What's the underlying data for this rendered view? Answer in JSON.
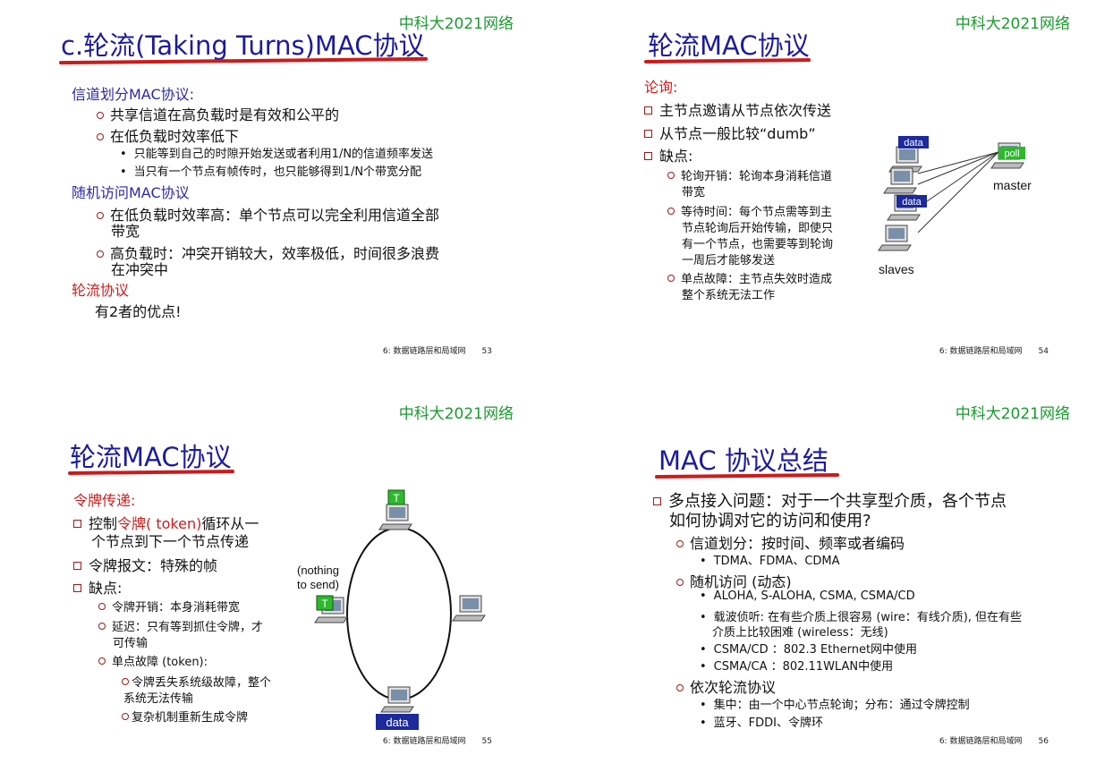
{
  "brand": "中科大2021网络",
  "footer_label": "6: 数据链路层和局域网",
  "slide53": {
    "title": "c.轮流(Taking Turns)MAC协议",
    "h_channel": "信道划分MAC协议:",
    "c1": "共享信道在高负载时是有效和公平的",
    "c2": "在低负载时效率低下",
    "c2a": "只能等到自己的时隙开始发送或者利用1/N的信道频率发送",
    "c2b": "当只有一个节点有帧传时，也只能够得到1/N个带宽分配",
    "h_random": "随机访问MAC协议",
    "r1a": "在低负载时效率高：单个节点可以完全利用信道全部",
    "r1b": "带宽",
    "r2a": "高负载时：冲突开销较大，效率极低，时间很多浪费",
    "r2b": "在冲突中",
    "h_turn": "轮流协议",
    "t1": "有2者的优点!",
    "page": "53"
  },
  "slide54": {
    "title": "轮流MAC协议",
    "h_poll": "论询:",
    "p1": "主节点邀请从节点依次传送",
    "p2": "从节点一般比较“dumb”",
    "p3": "缺点:",
    "d1a": "轮询开销：轮询本身消耗信道",
    "d1b": "带宽",
    "d2a": "等待时间：每个节点需等到主",
    "d2b": "节点轮询后开始传输，即使只",
    "d2c": "有一个节点，也需要等到轮询",
    "d2d": "一周后才能够发送",
    "d3a": "单点故障：主节点失效时造成",
    "d3b": "整个系统无法工作",
    "fig_data": "data",
    "fig_poll": "poll",
    "fig_master": "master",
    "fig_slaves": "slaves",
    "page": "54"
  },
  "slide55": {
    "title": "轮流MAC协议",
    "h_token": "令牌传递:",
    "k1a_pre": "控制",
    "k1a_red": "令牌( token)",
    "k1a_post": "循环从一",
    "k1b": "个节点到下一个节点传递",
    "k2": "令牌报文：特殊的帧",
    "k3": "缺点:",
    "e1": "令牌开销：本身消耗带宽",
    "e2a": "延迟：只有等到抓住令牌，才",
    "e2b": "可传输",
    "e3": "单点故障 (token):",
    "e3a1": "令牌丢失系统级故障，整个",
    "e3a2": "系统无法传输",
    "e3b": "复杂机制重新生成令牌",
    "fig_T": "T",
    "fig_nothing1": "(nothing",
    "fig_nothing2": "to send)",
    "fig_data": "data",
    "page": "55"
  },
  "slide56": {
    "title": "MAC 协议总结",
    "q1": "多点接入问题：对于一个共享型介质，各个节点",
    "q2": "如何协调对它的访问和使用?",
    "a": "信道划分：按时间、频率或者编码",
    "a1": "TDMA、FDMA、CDMA",
    "b": "随机访问 (动态)",
    "b1": "ALOHA, S-ALOHA, CSMA, CSMA/CD",
    "b2a": "载波侦听: 在有些介质上很容易 (wire：有线介质), 但在有些",
    "b2b": "介质上比较困难 (wireless：无线)",
    "b3": "CSMA/CD ：802.3 Ethernet网中使用",
    "b4": "CSMA/CA ：802.11WLAN中使用",
    "c": "依次轮流协议",
    "c1": "集中：由一个中心节点轮询；分布：通过令牌控制",
    "c2": "蓝牙、FDDI、令牌环",
    "page": "56"
  }
}
